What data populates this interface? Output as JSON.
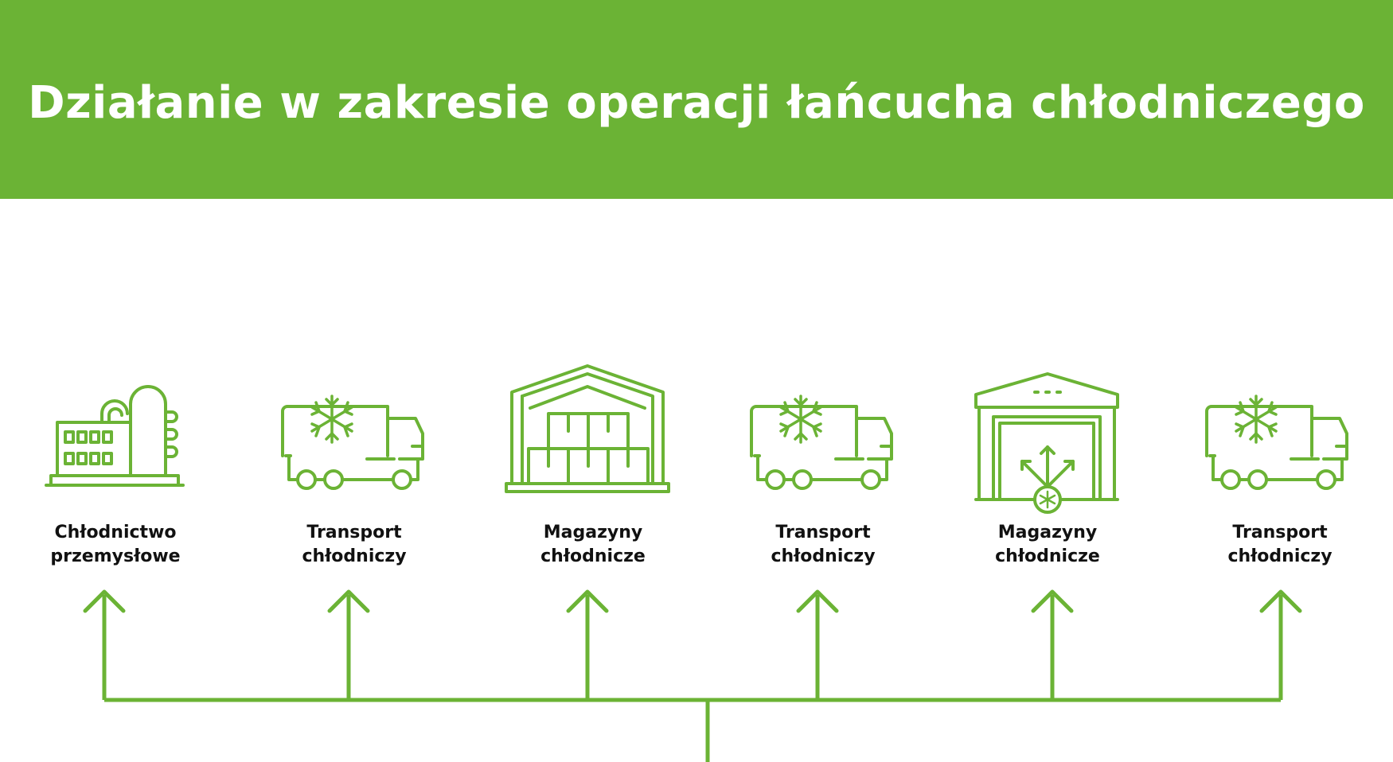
{
  "header": {
    "title": "Działanie w zakresie operacji łańcucha chłodniczego",
    "background_color": "#6bb335"
  },
  "accent_color": "#6bb335",
  "stages": [
    {
      "line1": "Chłodnictwo",
      "line2": "przemysłowe",
      "icon": "industrial-plant-icon"
    },
    {
      "line1": "Transport",
      "line2": "chłodniczy",
      "icon": "refrigerated-truck-icon"
    },
    {
      "line1": "Magazyny",
      "line2": "chłodnicze",
      "icon": "cold-warehouse-icon"
    },
    {
      "line1": "Transport",
      "line2": "chłodniczy",
      "icon": "refrigerated-truck-icon"
    },
    {
      "line1": "Magazyny",
      "line2": "chłodnicze",
      "icon": "distribution-warehouse-icon"
    },
    {
      "line1": "Transport",
      "line2": "chłodniczy",
      "icon": "refrigerated-truck-icon"
    }
  ]
}
